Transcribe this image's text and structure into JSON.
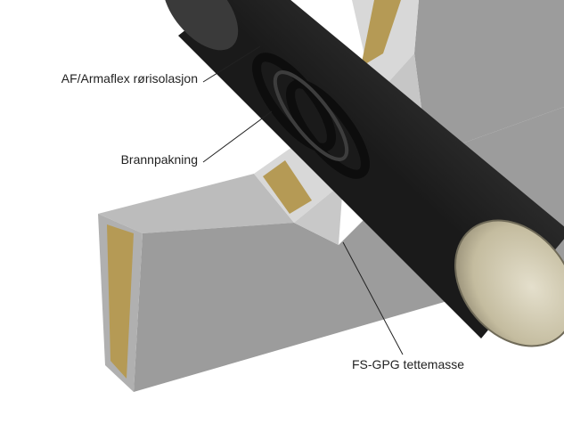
{
  "labels": {
    "insulation": "AF/Armaflex rørisolasjon",
    "fire_seal": "Brannpakning",
    "sealant": "FS-GPG tettemasse"
  },
  "colors": {
    "wall_front": "#9c9c9c",
    "wall_top": "#bcbcbc",
    "insulation_gold": "#b59a55",
    "pipe_dark": "#2b2b2b",
    "pipe_end": "#c8c1a6"
  }
}
